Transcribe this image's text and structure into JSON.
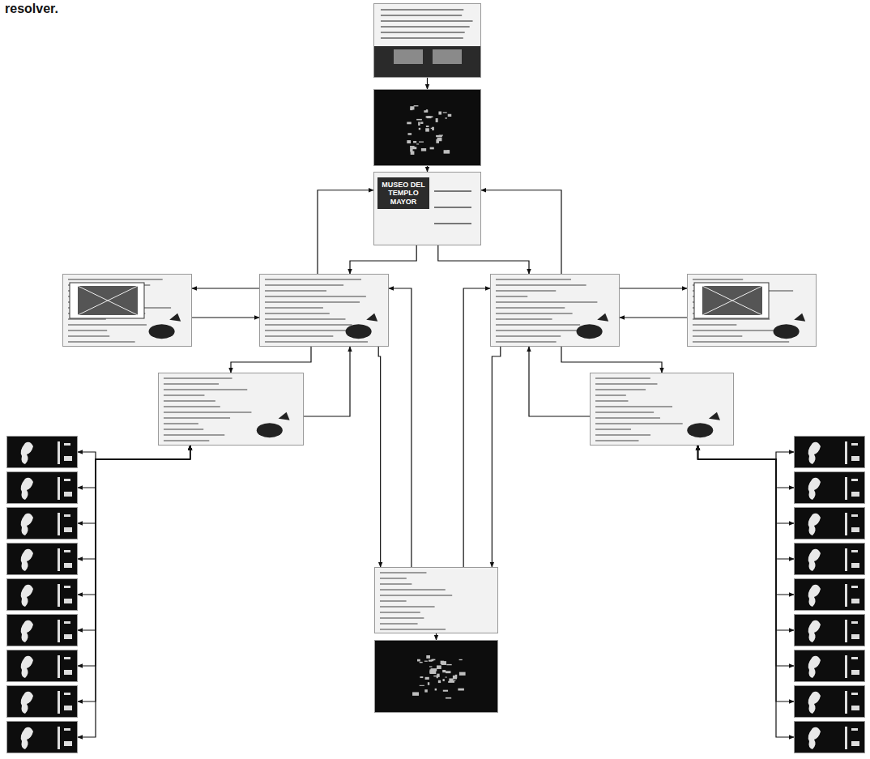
{
  "diagram": {
    "nodes": [
      {
        "text": []
      },
      {
        "text": []
      },
      {
        "text": [
          "MUSEO DEL TEMPLO MAYOR"
        ]
      },
      {
        "text": []
      },
      {
        "text": []
      },
      {
        "text": []
      },
      {
        "text": []
      },
      {
        "text": []
      },
      {
        "text": []
      },
      {
        "text": []
      },
      {
        "text": []
      },
      {
        "text": []
      },
      {
        "text": []
      },
      {
        "text": []
      },
      {
        "text": []
      },
      {
        "text": []
      },
      {
        "text": []
      },
      {
        "text": []
      },
      {
        "text": []
      },
      {
        "text": []
      },
      {
        "text": []
      },
      {
        "text": []
      },
      {
        "text": []
      },
      {
        "text": []
      },
      {
        "text": []
      },
      {
        "text": []
      },
      {
        "text": []
      },
      {
        "text": []
      },
      {
        "text": []
      }
    ],
    "edges": [
      {
        "from": 0,
        "to": 1,
        "arrow": "to"
      },
      {
        "from": 1,
        "to": 2,
        "arrow": "to"
      },
      {
        "from": 2,
        "to": 3,
        "arrow": "to"
      },
      {
        "from": 3,
        "to": 2,
        "arrow": "to"
      },
      {
        "from": 2,
        "to": 4,
        "arrow": "to"
      },
      {
        "from": 4,
        "to": 2,
        "arrow": "to"
      },
      {
        "from": 3,
        "to": 5,
        "arrow": "to"
      },
      {
        "from": 5,
        "to": 3,
        "arrow": "to"
      },
      {
        "from": 4,
        "to": 6,
        "arrow": "to"
      },
      {
        "from": 6,
        "to": 4,
        "arrow": "to"
      },
      {
        "from": 3,
        "to": 7,
        "arrow": "to"
      },
      {
        "from": 7,
        "to": 3,
        "arrow": "to"
      },
      {
        "from": 4,
        "to": 8,
        "arrow": "to"
      },
      {
        "from": 8,
        "to": 4,
        "arrow": "to"
      },
      {
        "from": 3,
        "to": 9,
        "arrow": "to"
      },
      {
        "from": 9,
        "to": 3,
        "arrow": "to"
      },
      {
        "from": 4,
        "to": 9,
        "arrow": "to"
      },
      {
        "from": 9,
        "to": 4,
        "arrow": "to"
      },
      {
        "from": 9,
        "to": 10,
        "arrow": "to"
      },
      {
        "from": 7,
        "to": 11,
        "arrow": "both"
      },
      {
        "from": 7,
        "to": 12,
        "arrow": "both"
      },
      {
        "from": 7,
        "to": 13,
        "arrow": "both"
      },
      {
        "from": 7,
        "to": 14,
        "arrow": "both"
      },
      {
        "from": 7,
        "to": 15,
        "arrow": "both"
      },
      {
        "from": 7,
        "to": 16,
        "arrow": "both"
      },
      {
        "from": 7,
        "to": 17,
        "arrow": "both"
      },
      {
        "from": 7,
        "to": 18,
        "arrow": "both"
      },
      {
        "from": 7,
        "to": 19,
        "arrow": "both"
      },
      {
        "from": 8,
        "to": 20,
        "arrow": "both"
      },
      {
        "from": 8,
        "to": 21,
        "arrow": "both"
      },
      {
        "from": 8,
        "to": 22,
        "arrow": "both"
      },
      {
        "from": 8,
        "to": 23,
        "arrow": "both"
      },
      {
        "from": 8,
        "to": 24,
        "arrow": "both"
      },
      {
        "from": 8,
        "to": 25,
        "arrow": "both"
      },
      {
        "from": 8,
        "to": 26,
        "arrow": "both"
      },
      {
        "from": 8,
        "to": 27,
        "arrow": "both"
      },
      {
        "from": 8,
        "to": 28,
        "arrow": "both"
      }
    ],
    "labels": [
      "resolver."
    ]
  }
}
